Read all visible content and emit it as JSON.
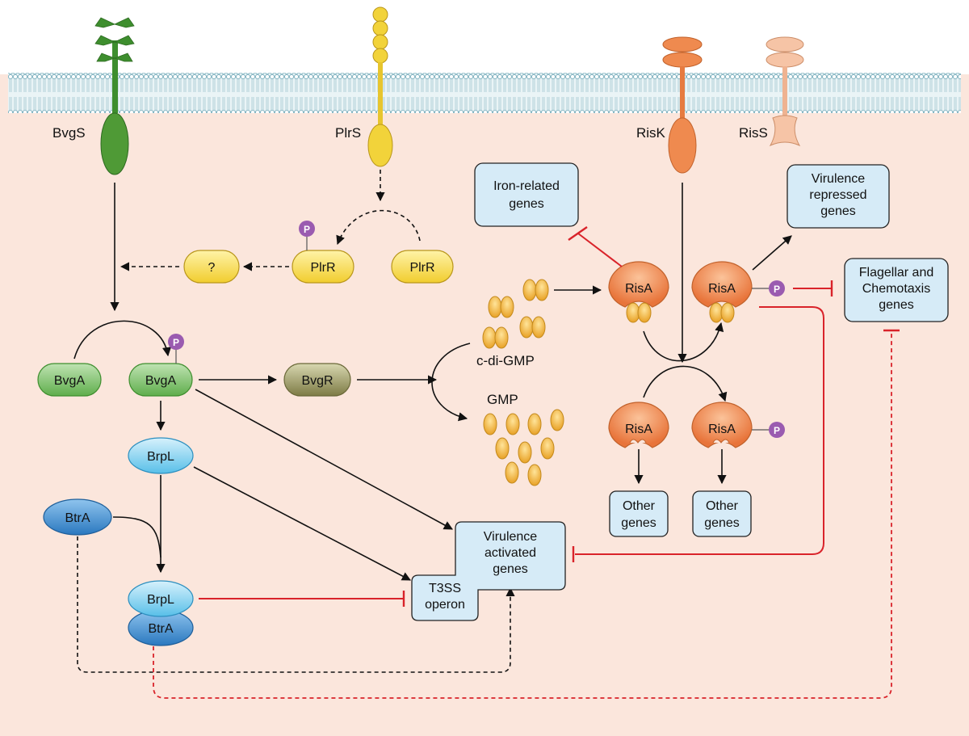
{
  "receptors": {
    "bvgs": "BvgS",
    "plrs": "PlrS",
    "risk": "RisK",
    "riss": "RisS"
  },
  "proteins": {
    "bvga": "BvgA",
    "bvga_p": "BvgA",
    "bvgr": "BvgR",
    "brpl": "BrpL",
    "brpl_complex": "BrpL",
    "btra": "BtrA",
    "btra_complex": "BtrA",
    "plrr_p": "PlrR",
    "plrr": "PlrR",
    "unknown": "?",
    "risa_iron": "RisA",
    "risa_p_top": "RisA",
    "risa_bottom": "RisA",
    "risa_p_bottom": "RisA",
    "phospho": "P"
  },
  "molecules": {
    "c_di_gmp": "c-di-GMP",
    "gmp": "GMP"
  },
  "gene_boxes": {
    "iron_line1": "Iron-related",
    "iron_line2": "genes",
    "virrep_line1": "Virulence",
    "virrep_line2": "repressed",
    "virrep_line3": "genes",
    "flag_line1": "Flagellar and",
    "flag_line2": "Chemotaxis",
    "flag_line3": "genes",
    "other1_line1": "Other",
    "other1_line2": "genes",
    "other2_line1": "Other",
    "other2_line2": "genes",
    "vag_line1": "Virulence",
    "vag_line2": "activated",
    "vag_line3": "genes",
    "t3ss_line1": "T3SS",
    "t3ss_line2": "operon"
  },
  "colors": {
    "cytoplasm": "#fbe6dc",
    "membrane_line": "#7fb3c2",
    "membrane_bg": "#d9ebef",
    "bvgs_green": "#3e8e2e",
    "plrs_yellow": "#f2d33a",
    "risk_orange": "#ef8a4f",
    "riss_peach": "#f6c4a6",
    "risa_orange": "#ec8a4c",
    "gene_box": "#d6ebf7",
    "phospho_purple": "#9a5bb0",
    "inhibit_red": "#d9232a",
    "cdigmp_gold": "#f2b94a",
    "bvgr_olive": "#8c8a58",
    "brpl_cyan": "#7fd0f0",
    "btra_blue": "#3d8fd1"
  }
}
